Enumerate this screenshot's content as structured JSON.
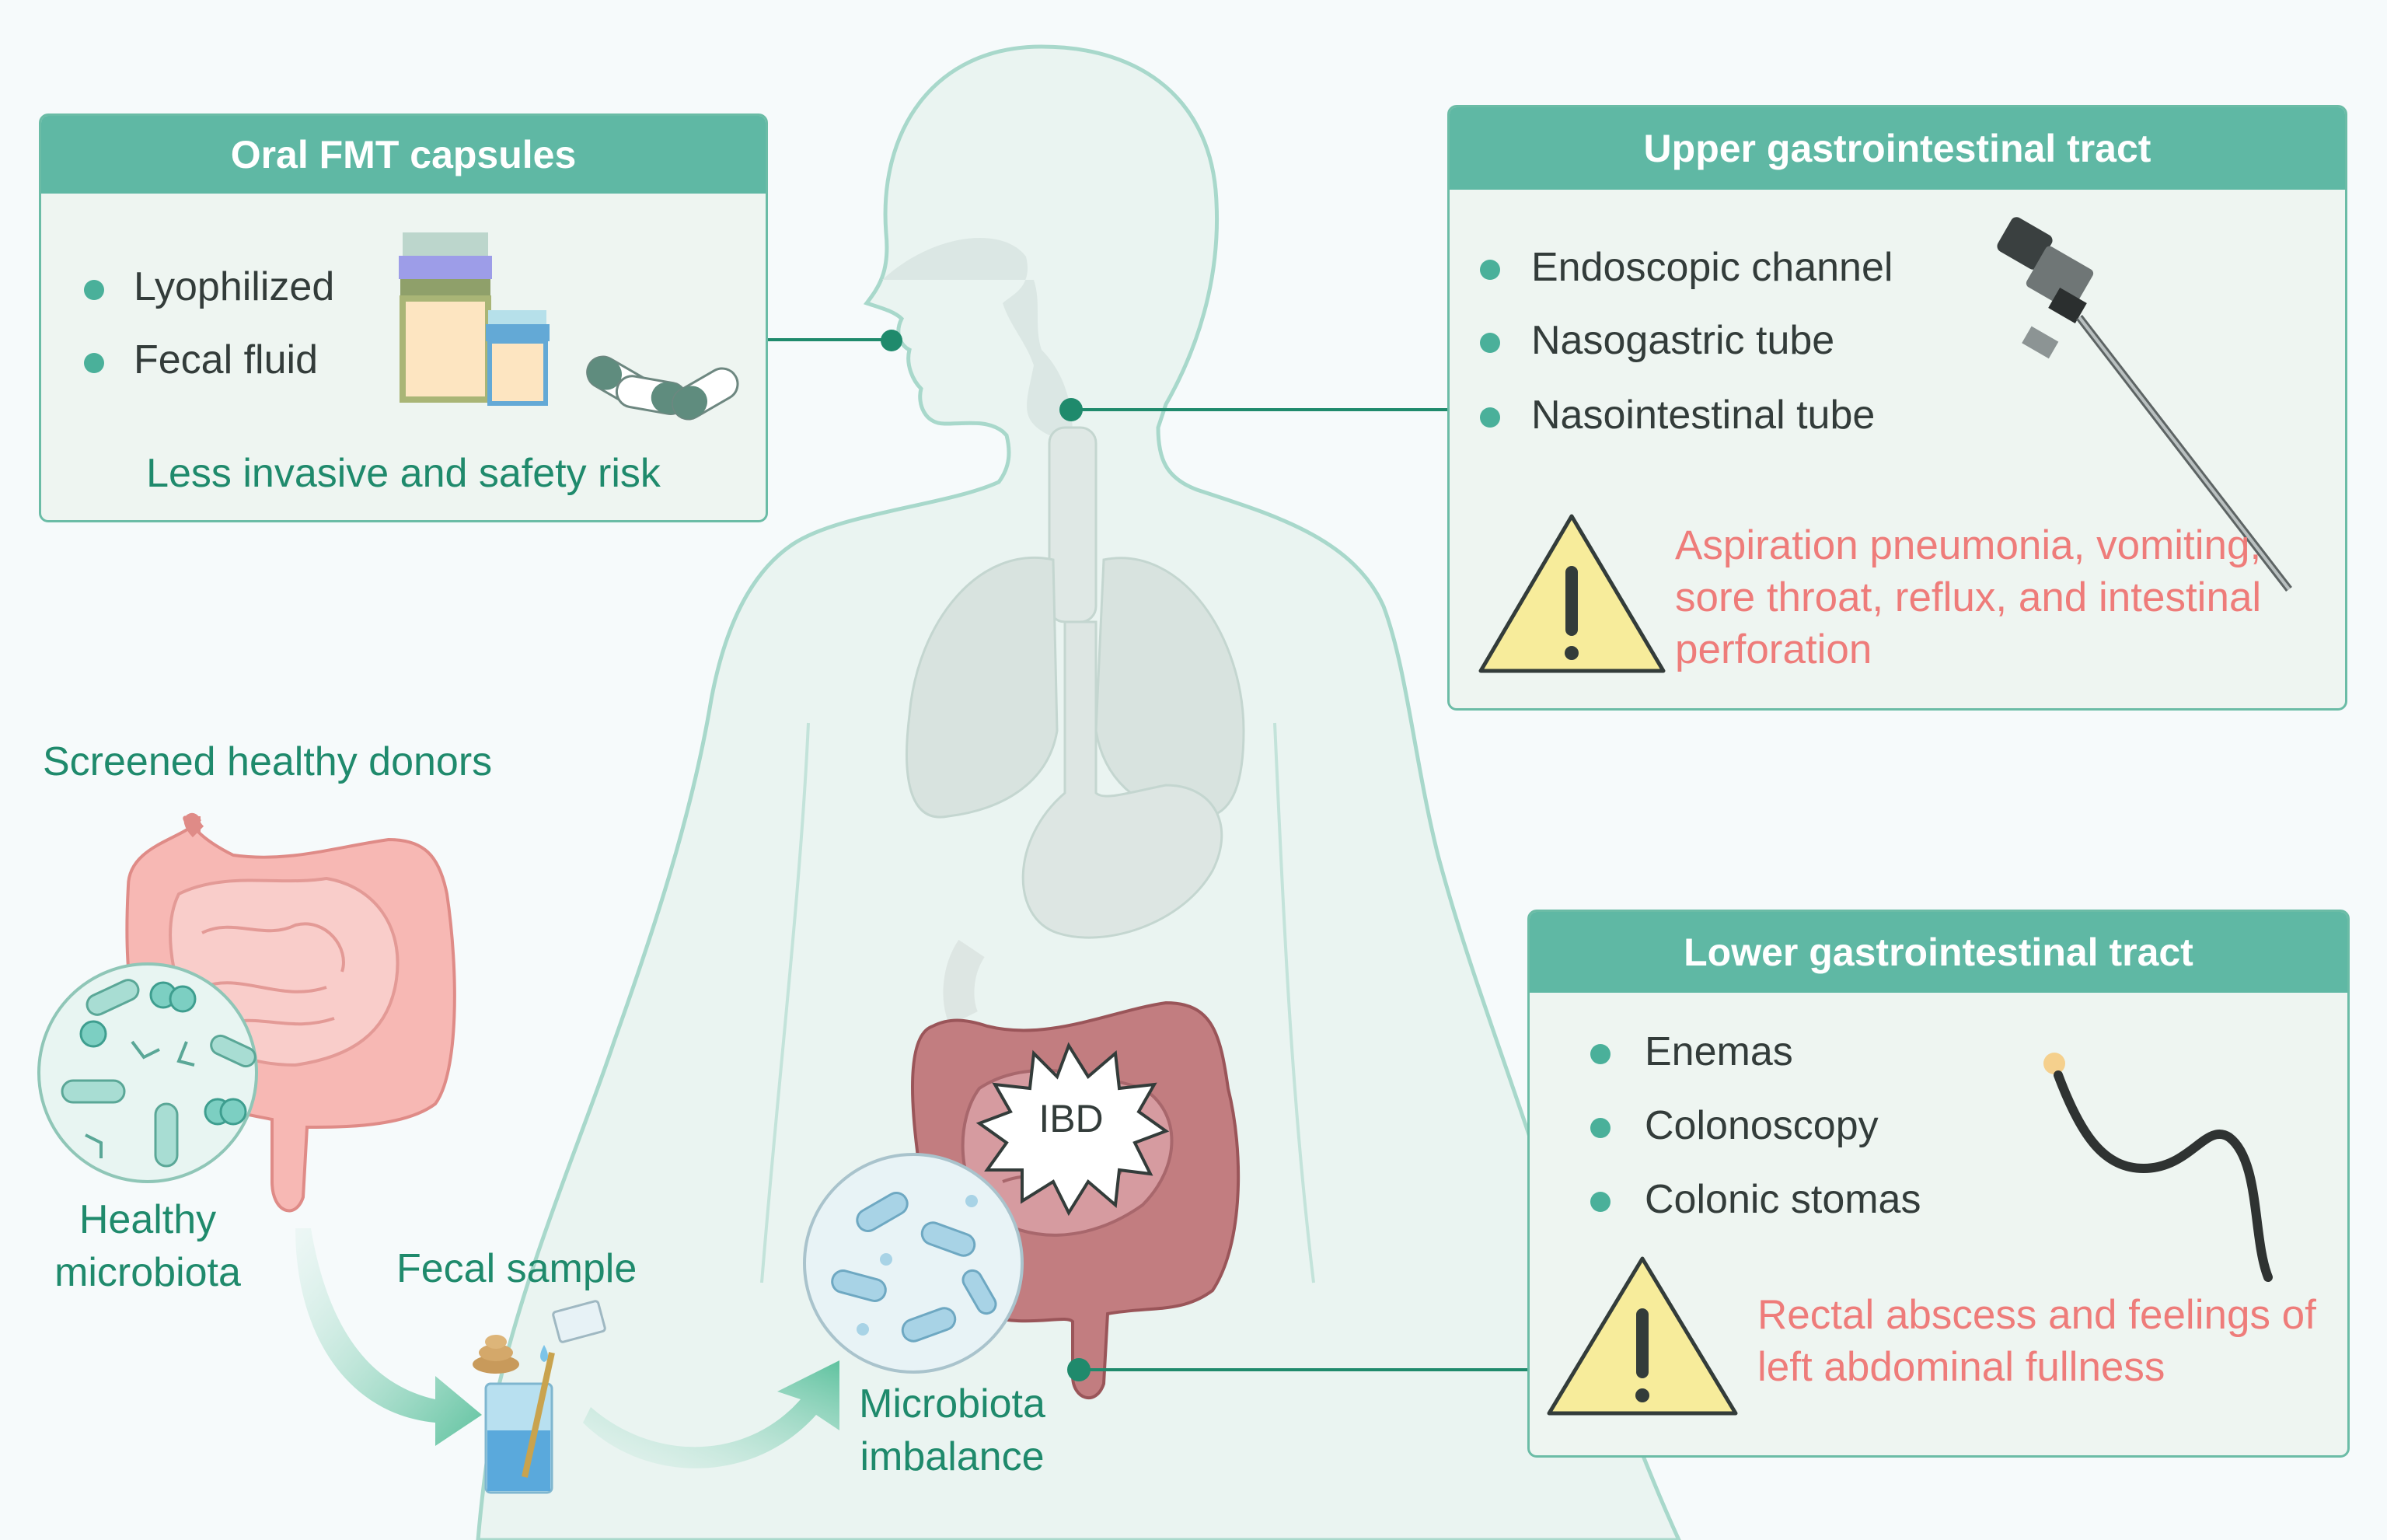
{
  "oral_box": {
    "title": "Oral FMT capsules",
    "items": [
      "Lyophilized",
      "Fecal fluid"
    ],
    "note": "Less invasive and safety risk"
  },
  "upper_box": {
    "title": "Upper gastrointestinal tract",
    "items": [
      "Endoscopic channel",
      "Nasogastric tube",
      "Nasointestinal tube"
    ],
    "risk": "Aspiration pneumonia, vomiting, sore throat, reflux, and intestinal perforation"
  },
  "lower_box": {
    "title": "Lower gastrointestinal tract",
    "items": [
      "Enemas",
      "Colonoscopy",
      "Colonic stomas"
    ],
    "risk": "Rectal abscess and feelings of left abdominal fullness"
  },
  "labels": {
    "donors": "Screened healthy donors",
    "healthy": "Healthy microbiota",
    "fecal": "Fecal sample",
    "imbalance": "Microbiota imbalance",
    "ibd": "IBD"
  },
  "colors": {
    "teal": "#5fb8a4",
    "dark_teal": "#1f8a6c",
    "warning_red": "#ee7c7a",
    "body_outline": "#9fd3c6",
    "healthy_colon": "#f2a9a5",
    "diseased_colon": "#b0656b"
  },
  "icons": [
    "warning-icon",
    "capsule-bottle-icon",
    "capsule-icon",
    "endoscope-icon",
    "colonoscope-icon",
    "feces-icon",
    "beaker-icon",
    "bacteria-icon"
  ]
}
